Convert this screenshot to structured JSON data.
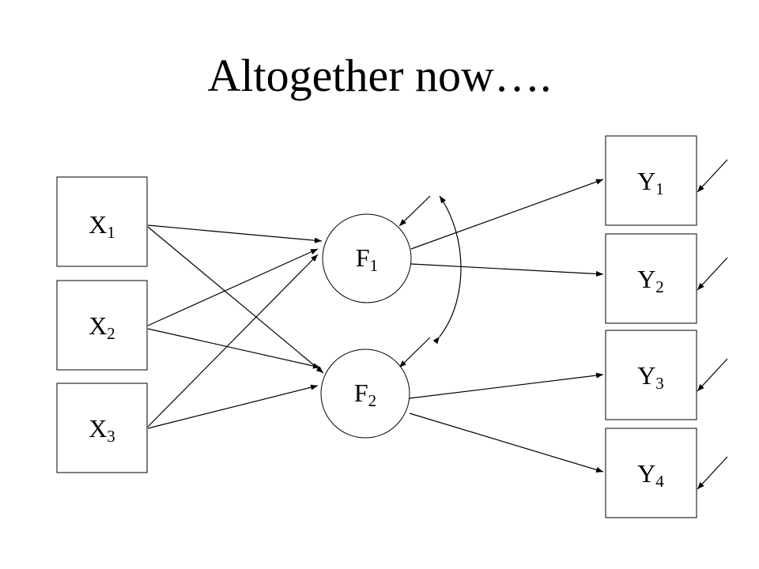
{
  "title": "Altogether now….",
  "nodes": {
    "x1": {
      "letter": "X",
      "sub": "1"
    },
    "x2": {
      "letter": "X",
      "sub": "2"
    },
    "x3": {
      "letter": "X",
      "sub": "3"
    },
    "f1": {
      "letter": "F",
      "sub": "1"
    },
    "f2": {
      "letter": "F",
      "sub": "2"
    },
    "y1": {
      "letter": "Y",
      "sub": "1"
    },
    "y2": {
      "letter": "Y",
      "sub": "2"
    },
    "y3": {
      "letter": "Y",
      "sub": "3"
    },
    "y4": {
      "letter": "Y",
      "sub": "4"
    }
  }
}
